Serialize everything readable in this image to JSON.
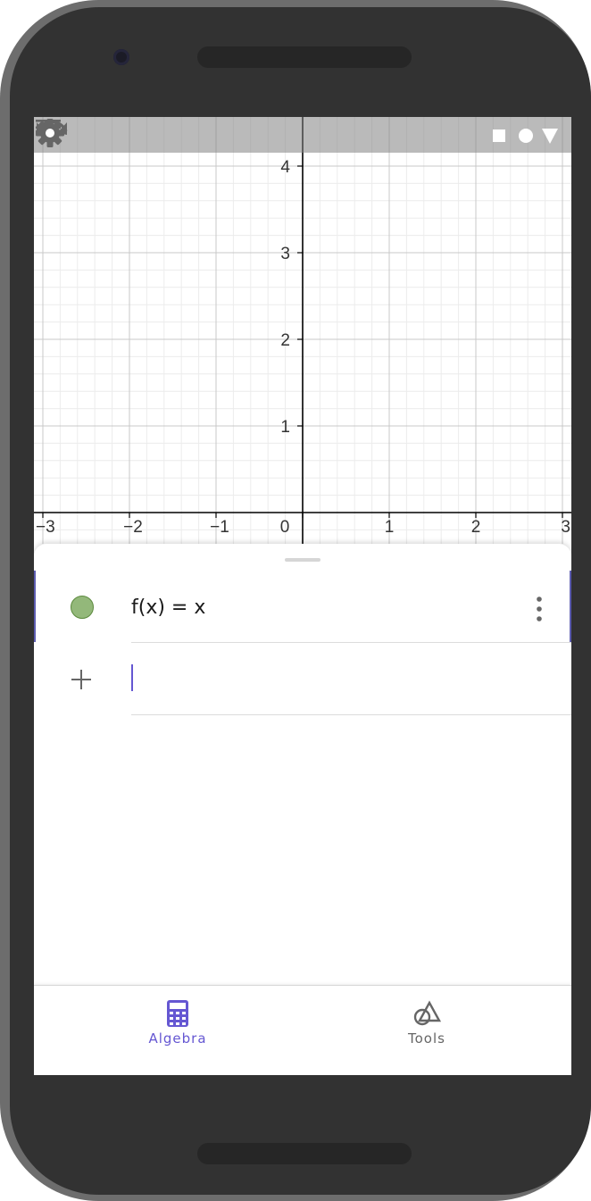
{
  "graph": {
    "x_ticks": [
      "−3",
      "−2",
      "−1",
      "0",
      "1",
      "2",
      "3"
    ],
    "y_ticks": [
      "1",
      "2",
      "3",
      "4"
    ]
  },
  "algebra": {
    "items": [
      {
        "expression": "f(x) = x",
        "color": "#93b87a"
      }
    ]
  },
  "bottom_nav": {
    "algebra_label": "Algebra",
    "tools_label": "Tools",
    "active": "Algebra"
  },
  "colors": {
    "accent": "#6557d2",
    "axis": "#000000"
  },
  "icons": {
    "toolbar": [
      "menu-icon",
      "undo-icon",
      "redo-icon",
      "gear-icon"
    ],
    "status": [
      "square-icon",
      "circle-icon",
      "triangle-icon"
    ],
    "nav": [
      "calculator-icon",
      "tools-icon"
    ]
  }
}
